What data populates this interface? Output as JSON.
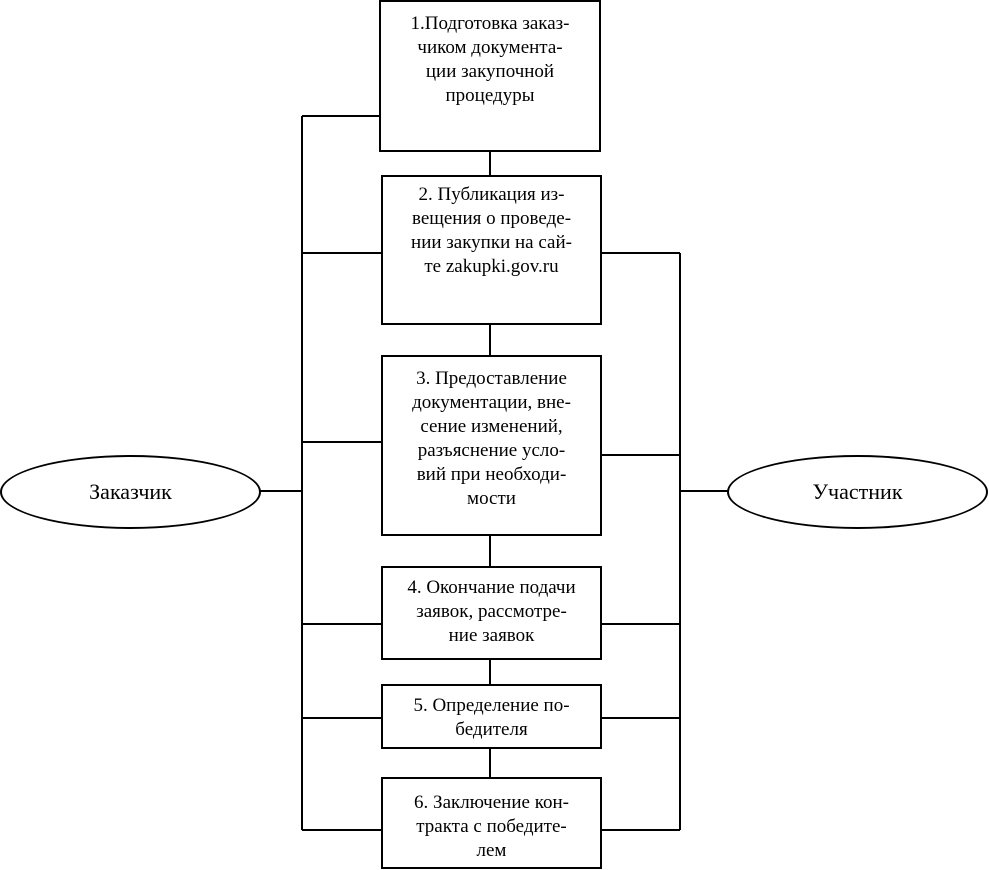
{
  "actors": {
    "customer": "Заказчик",
    "participant": "Участник"
  },
  "steps": [
    {
      "lines": [
        "1.Подготовка заказ-",
        "чиком документа-",
        "ции закупочной",
        "процедуры"
      ]
    },
    {
      "lines": [
        "2. Публикация из-",
        "вещения о проведе-",
        "нии закупки на сай-",
        "те zakupki.gov.ru"
      ]
    },
    {
      "lines": [
        "3. Предоставление",
        "документации, вне-",
        "сение изменений,",
        "разъяснение усло-",
        "вий при необходи-",
        "мости"
      ]
    },
    {
      "lines": [
        "4. Окончание подачи",
        "заявок, рассмотре-",
        "ние заявок"
      ]
    },
    {
      "lines": [
        "5. Определение по-",
        "бедителя"
      ]
    },
    {
      "lines": [
        "6. Заключение кон-",
        "тракта с победите-",
        "лем"
      ]
    }
  ]
}
